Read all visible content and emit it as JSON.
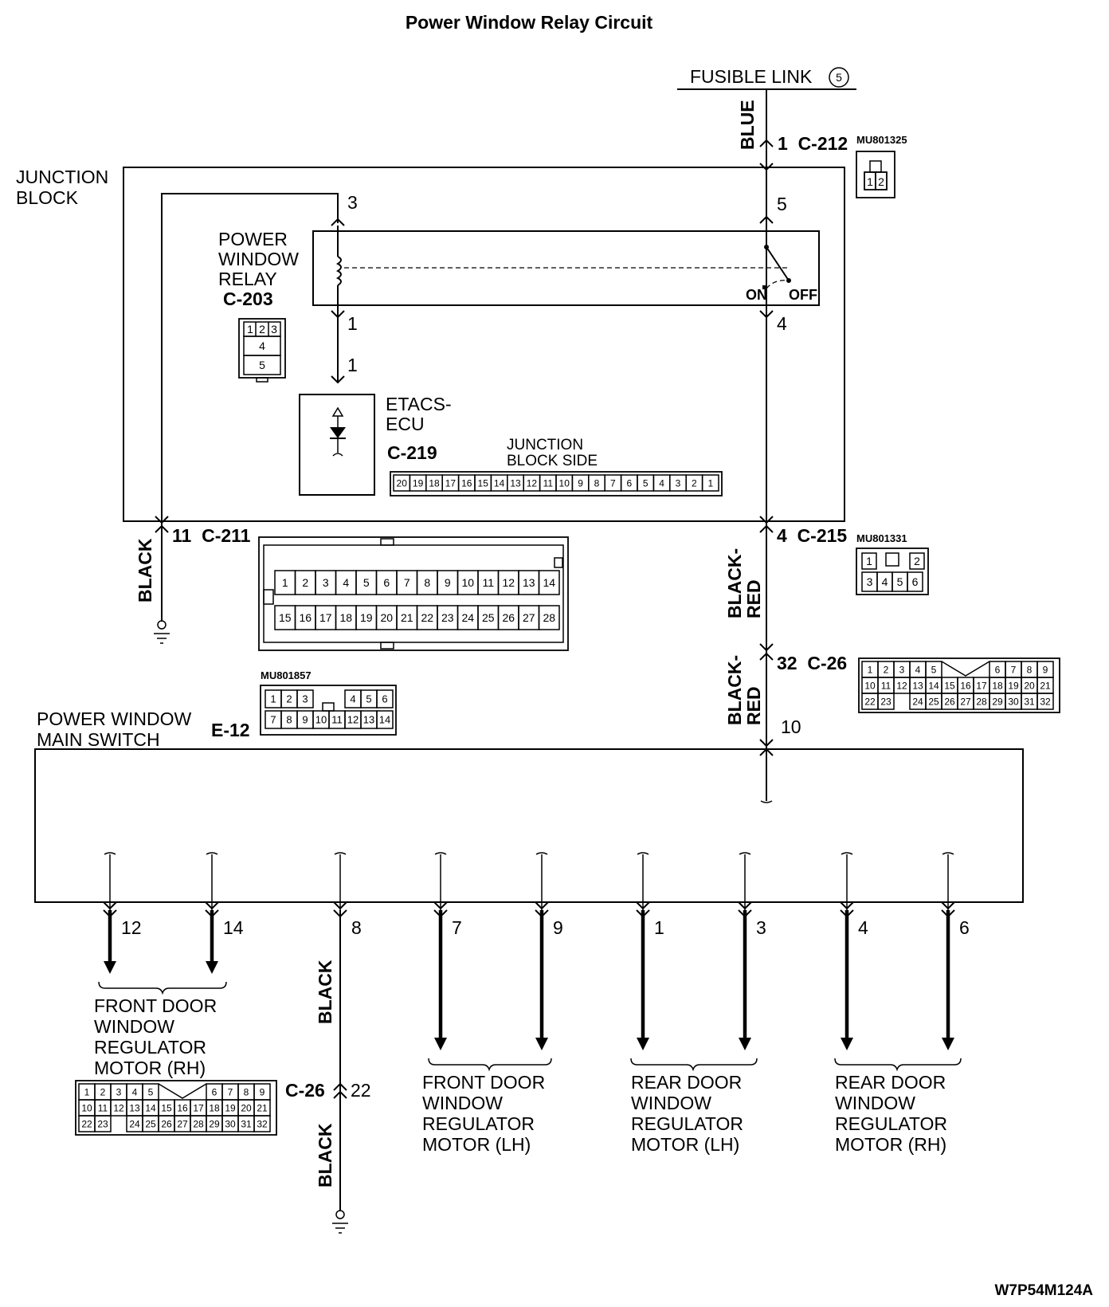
{
  "title": "Power Window Relay Circuit",
  "code": "W7P54M124A",
  "fusible": {
    "label": "FUSIBLE LINK",
    "num": "5"
  },
  "junction_block": {
    "line1": "JUNCTION",
    "line2": "BLOCK"
  },
  "relay": {
    "line1": "POWER",
    "line2": "WINDOW",
    "line3": "RELAY",
    "connector": "C-203",
    "on": "ON",
    "off": "OFF"
  },
  "etacs": {
    "line1": "ETACS-",
    "line2": "ECU",
    "connector": "C-219"
  },
  "jb_side": {
    "line1": "JUNCTION",
    "line2": "BLOCK SIDE"
  },
  "main_switch": {
    "line1": "POWER WINDOW",
    "line2": "MAIN SWITCH",
    "connector": "E-12"
  },
  "part_numbers": {
    "c212": "MU801325",
    "c215": "MU801331",
    "e12": "MU801857"
  },
  "connector_labels": {
    "c212": "1  C-212",
    "c211": "11  C-211",
    "c215": "4  C-215",
    "c26_top": "32  C-26",
    "c26_bottom": "C-26"
  },
  "wires": {
    "blue": "BLUE",
    "black": "BLACK",
    "black_red_1": "BLACK-",
    "black_red_2": "RED"
  },
  "pins": {
    "relay_3": "3",
    "relay_1": "1",
    "relay_5": "5",
    "relay_4": "4",
    "etacs_1": "1",
    "switch_10": "10",
    "c26_22": "22",
    "sw": [
      "12",
      "14",
      "8",
      "7",
      "9",
      "1",
      "3",
      "4",
      "6"
    ]
  },
  "motors": {
    "front_rh": [
      "FRONT DOOR",
      "WINDOW",
      "REGULATOR",
      "MOTOR (RH)"
    ],
    "front_lh": [
      "FRONT DOOR",
      "WINDOW",
      "REGULATOR",
      "MOTOR (LH)"
    ],
    "rear_lh": [
      "REAR DOOR",
      "WINDOW",
      "REGULATOR",
      "MOTOR (LH)"
    ],
    "rear_rh": [
      "REAR DOOR",
      "WINDOW",
      "REGULATOR",
      "MOTOR (RH)"
    ]
  },
  "connector_pins": {
    "c212": [
      "1",
      "2"
    ],
    "c203": [
      "1",
      "2",
      "3",
      "4",
      "5"
    ],
    "c219": [
      "20",
      "19",
      "18",
      "17",
      "16",
      "15",
      "14",
      "13",
      "12",
      "11",
      "10",
      "9",
      "8",
      "7",
      "6",
      "5",
      "4",
      "3",
      "2",
      "1"
    ],
    "c211_row1": [
      "1",
      "2",
      "3",
      "4",
      "5",
      "6",
      "7",
      "8",
      "9",
      "10",
      "11",
      "12",
      "13",
      "14"
    ],
    "c211_row2": [
      "15",
      "16",
      "17",
      "18",
      "19",
      "20",
      "21",
      "22",
      "23",
      "24",
      "25",
      "26",
      "27",
      "28"
    ],
    "c215_row1": [
      "1",
      "2"
    ],
    "c215_row2": [
      "3",
      "4",
      "5",
      "6"
    ],
    "c26_row1": [
      "1",
      "2",
      "3",
      "4",
      "5",
      "6",
      "7",
      "8",
      "9"
    ],
    "c26_row2": [
      "10",
      "11",
      "12",
      "13",
      "14",
      "15",
      "16",
      "17",
      "18",
      "19",
      "20",
      "21"
    ],
    "c26_row3": [
      "22",
      "23",
      "24",
      "25",
      "26",
      "27",
      "28",
      "29",
      "30",
      "31",
      "32"
    ],
    "e12_row1": [
      "1",
      "2",
      "3",
      "4",
      "5",
      "6"
    ],
    "e12_row2": [
      "7",
      "8",
      "9",
      "10",
      "11",
      "12",
      "13",
      "14"
    ]
  }
}
